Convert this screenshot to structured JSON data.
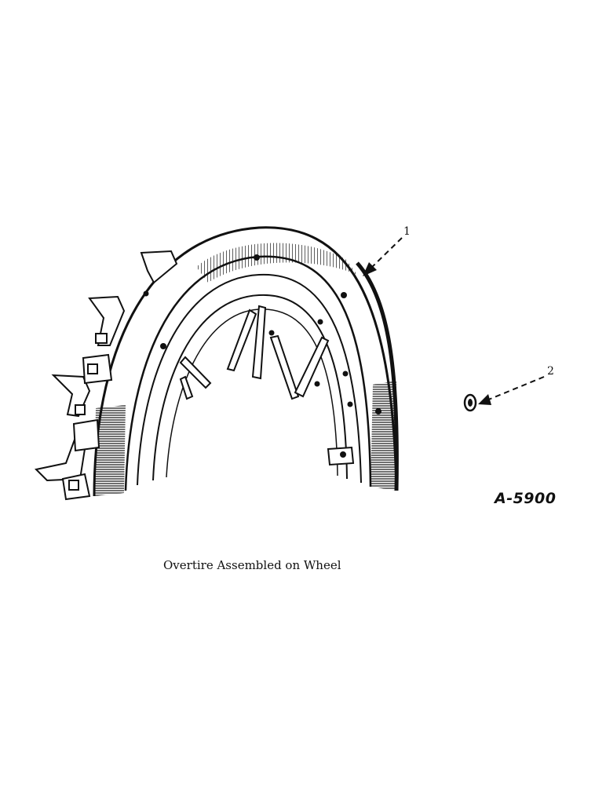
{
  "figure": {
    "callouts": [
      {
        "number": "1",
        "part": "overtire"
      },
      {
        "number": "2",
        "part": "nut"
      }
    ],
    "figure_id": "A-5900",
    "caption": "Overtire Assembled on Wheel"
  },
  "colors": {
    "ink": "#111111",
    "paper": "#ffffff"
  }
}
